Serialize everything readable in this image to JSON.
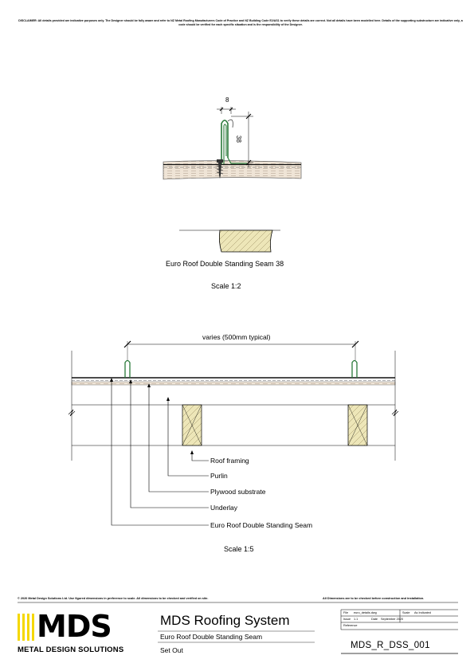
{
  "disclaimer": "DISCLAIMER: All details provided are indicative purposes only. The Designer should be fully aware and refer to NZ Metal Roofing Manufacturers Code of Practice and NZ Building Code E2/AS1 to verify these details are correct. Not all details have been modelled here. Details of the supporting substructure are indicative only, a code should be verified for each specific situation and is the responsibility of the Designer.",
  "detail": {
    "dim_top": "8",
    "dim_height": "38",
    "title": "Euro Roof Double Standing Seam 38",
    "scale": "Scale 1:2"
  },
  "section": {
    "dim_spacing": "varies (500mm typical)",
    "callouts": [
      "Roof framing",
      "Purlin",
      "Plywood substrate",
      "Underlay",
      "Euro Roof Double Standing Seam"
    ],
    "scale": "Scale 1:5"
  },
  "footer": {
    "copyright": "© 2020 Metal Design Solutions Ltd. Use figured dimensions in preference to scale. All dimensions to be checked and verified on site.",
    "dims_note": "All Dimensions are to be checked before construction and installation."
  },
  "title_block": {
    "logo": "MDS",
    "brand": "METAL DESIGN SOLUTIONS",
    "system": "MDS Roofing System",
    "product": "Euro Roof Double Standing Seam",
    "sheet": "Set Out",
    "file_label": "File",
    "file_value": "euro_details.dwg",
    "scale_label": "Scale",
    "scale_value": "As Indicated",
    "issue_label": "Issue",
    "issue_value": "1.1",
    "date_label": "Date",
    "date_value": "September 2020",
    "reference_label": "Reference",
    "code": "MDS_R_DSS_001"
  },
  "colors": {
    "seam_green": "#2a7a3a",
    "timber_fill": "#ede6b8",
    "ply_fill": "#efe4d6",
    "logo_yellow": "#f5d800"
  }
}
